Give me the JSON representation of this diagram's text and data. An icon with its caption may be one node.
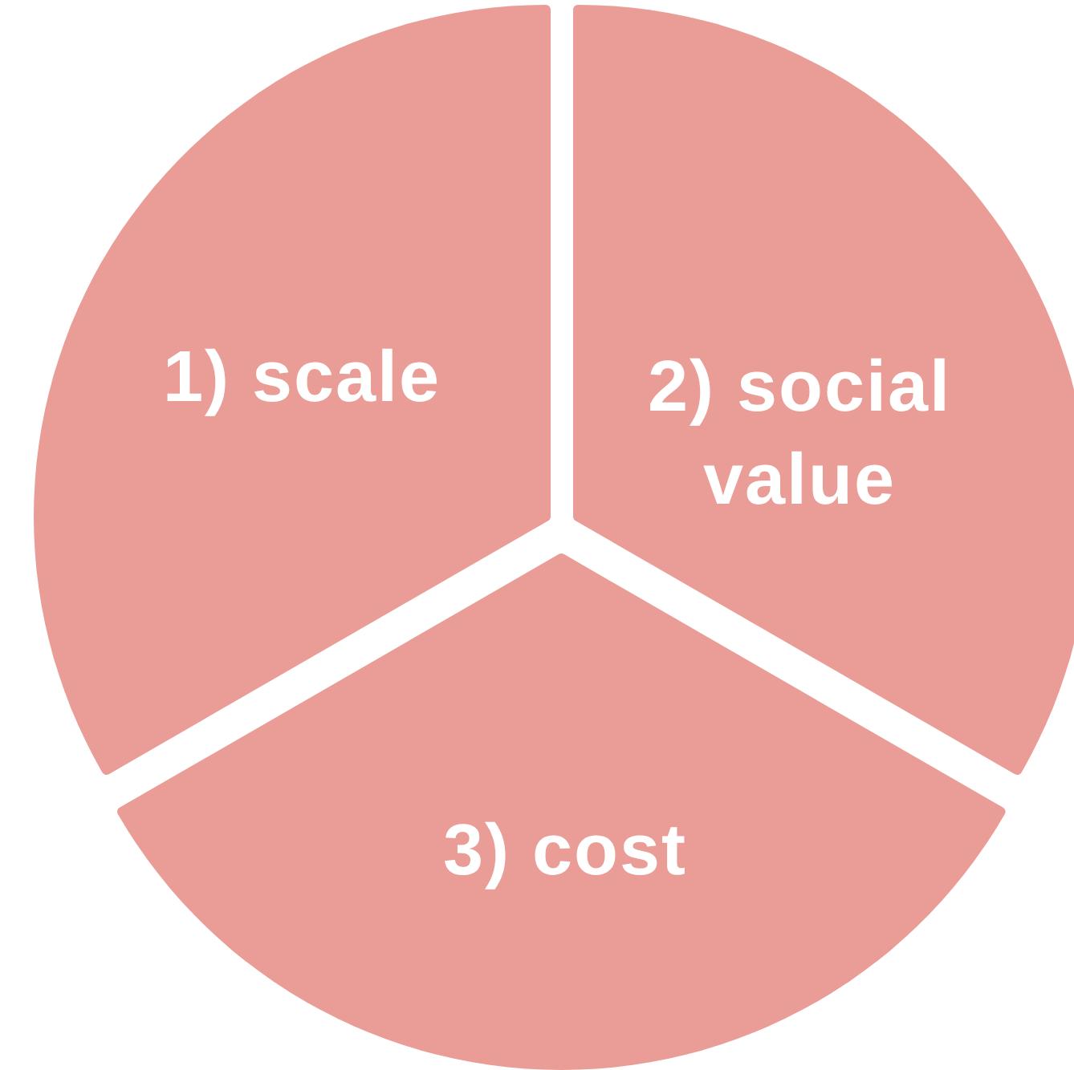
{
  "diagram": {
    "nodes": [
      {
        "text": [
          "1) scale"
        ]
      },
      {
        "text": [
          "2) social value"
        ]
      },
      {
        "text": [
          "3) cost"
        ]
      }
    ]
  }
}
